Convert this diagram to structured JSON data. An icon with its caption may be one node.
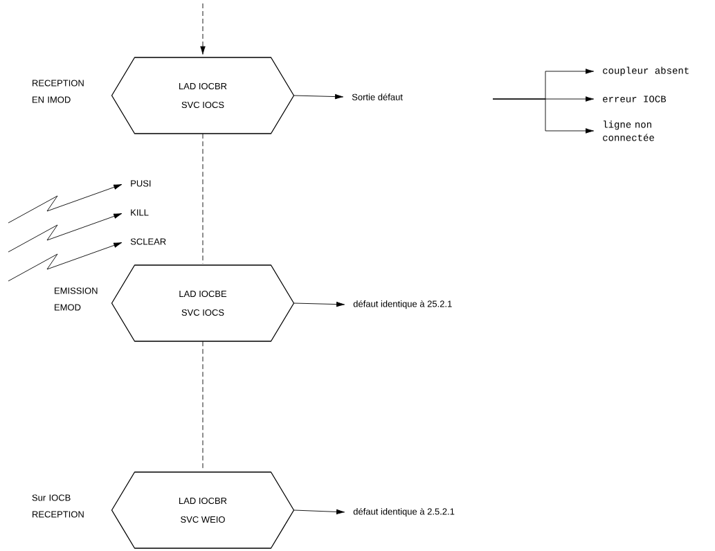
{
  "diagram": {
    "nodes": [
      {
        "text": [
          "LAD IOCBR",
          "SVC IOCS"
        ],
        "beside": [
          "RECEPTION EN IMOD"
        ]
      },
      {
        "text": [
          "Sortie défaut"
        ]
      },
      {
        "text": [
          "coupleur absent"
        ]
      },
      {
        "text": [
          "erreur IOCB"
        ]
      },
      {
        "text": [
          "ligne non connectée"
        ]
      },
      {
        "text": [
          "PUSI"
        ]
      },
      {
        "text": [
          "KILL"
        ]
      },
      {
        "text": [
          "SCLEAR"
        ]
      },
      {
        "text": [
          "LAD IOCBE",
          "SVC IOCS"
        ],
        "beside": [
          "EMISSION EMOD"
        ]
      },
      {
        "text": [
          "défaut identique à 25.2.1"
        ]
      },
      {
        "text": [
          "LAD IOCBR",
          "SVC WEIO"
        ],
        "beside": [
          "Sur IOCB RECEPTION"
        ]
      },
      {
        "text": [
          "défaut identique à 2.5.2.1"
        ]
      }
    ],
    "edges": [
      {
        "from": null,
        "to": 0,
        "arrow": "to",
        "style": "dashed"
      },
      {
        "from": 0,
        "to": 1,
        "arrow": "to"
      },
      {
        "from": null,
        "to": 2,
        "arrow": "to"
      },
      {
        "from": null,
        "to": 3,
        "arrow": "to"
      },
      {
        "from": null,
        "to": 4,
        "arrow": "to"
      },
      {
        "from": null,
        "to": 5,
        "arrow": "to"
      },
      {
        "from": null,
        "to": 6,
        "arrow": "to"
      },
      {
        "from": null,
        "to": 7,
        "arrow": "to"
      },
      {
        "from": 0,
        "to": 8,
        "arrow": "none",
        "style": "dashed"
      },
      {
        "from": 8,
        "to": 9,
        "arrow": "to"
      },
      {
        "from": 8,
        "to": 10,
        "arrow": "none",
        "style": "dashed"
      },
      {
        "from": 10,
        "to": 11,
        "arrow": "to"
      }
    ]
  }
}
